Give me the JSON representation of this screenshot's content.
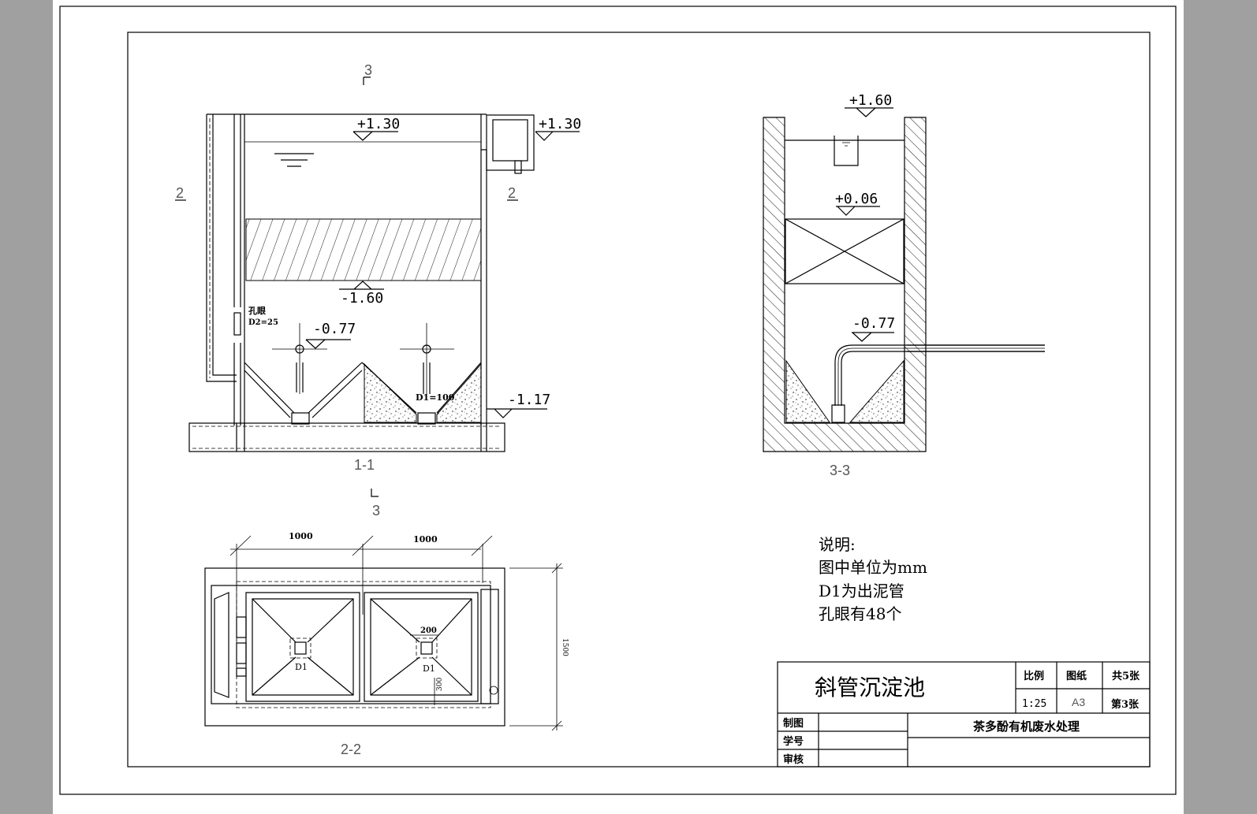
{
  "section_1_1": {
    "cut_mark_top": "3",
    "cut_mark_bottom": "3",
    "side_mark_left": "2",
    "side_mark_right": "2",
    "elev_water": "+1.30",
    "elev_outlet": "+1.30",
    "elev_tube_bottom": "-1.60",
    "elev_pipe": "-0.77",
    "elev_floor": "-1.17",
    "hole_label": "孔眼",
    "hole_dim": "D2=25",
    "pipe_label": "D1=100",
    "caption": "1-1"
  },
  "section_3_3": {
    "elev_top": "+1.60",
    "elev_mid": "+0.06",
    "elev_pipe": "-0.77",
    "caption": "3-3"
  },
  "plan_2_2": {
    "dim_left": "1000",
    "dim_right": "1000",
    "dim_height": "1500",
    "dim_pit": "200",
    "dim_wall": "300",
    "d1_left": "D1",
    "d1_right": "D1",
    "caption": "2-2"
  },
  "notes": {
    "heading": "说明:",
    "line1": "图中单位为mm",
    "line2": "D1为出泥管",
    "line3": "孔眼有48个"
  },
  "title_block": {
    "drawing_title": "斜管沉淀池",
    "scale_label": "比例",
    "sheet_label": "图纸",
    "total_sheets": "共5张",
    "scale_value": "1:25",
    "sheet_size": "A3",
    "sheet_no": "第3张",
    "drawn_label": "制图",
    "student_label": "学号",
    "review_label": "审核",
    "project_name": "茶多酚有机废水处理"
  }
}
